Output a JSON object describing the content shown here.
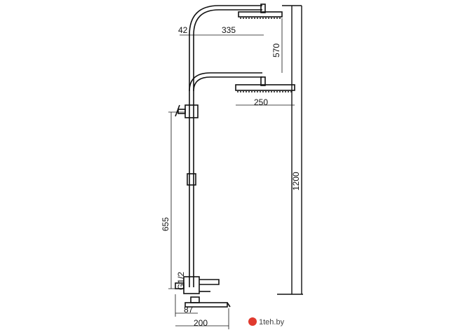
{
  "dimensions": {
    "overhead_arm_length": "335",
    "hand_shower_offset": "42",
    "head_drop": "570",
    "small_head_width": "250",
    "total_height": "1200",
    "mixer_to_holder": "655",
    "inlet_thread": "G1/2",
    "spout_offset": "87",
    "spout_length": "200"
  },
  "watermark": {
    "text": "1teh.by"
  },
  "colors": {
    "line": "#111111",
    "watermark_badge": "#e03a2e"
  }
}
